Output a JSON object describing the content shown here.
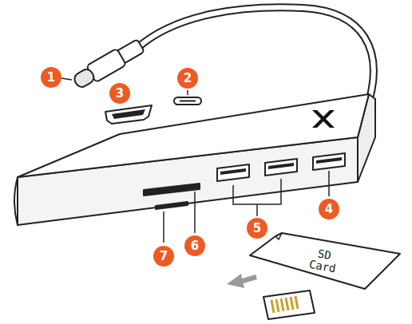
{
  "diagram": {
    "nodes": [
      {
        "text": [
          "SD Card"
        ]
      }
    ],
    "labels": [
      "1",
      "2",
      "3",
      "4",
      "5",
      "6",
      "7"
    ]
  }
}
